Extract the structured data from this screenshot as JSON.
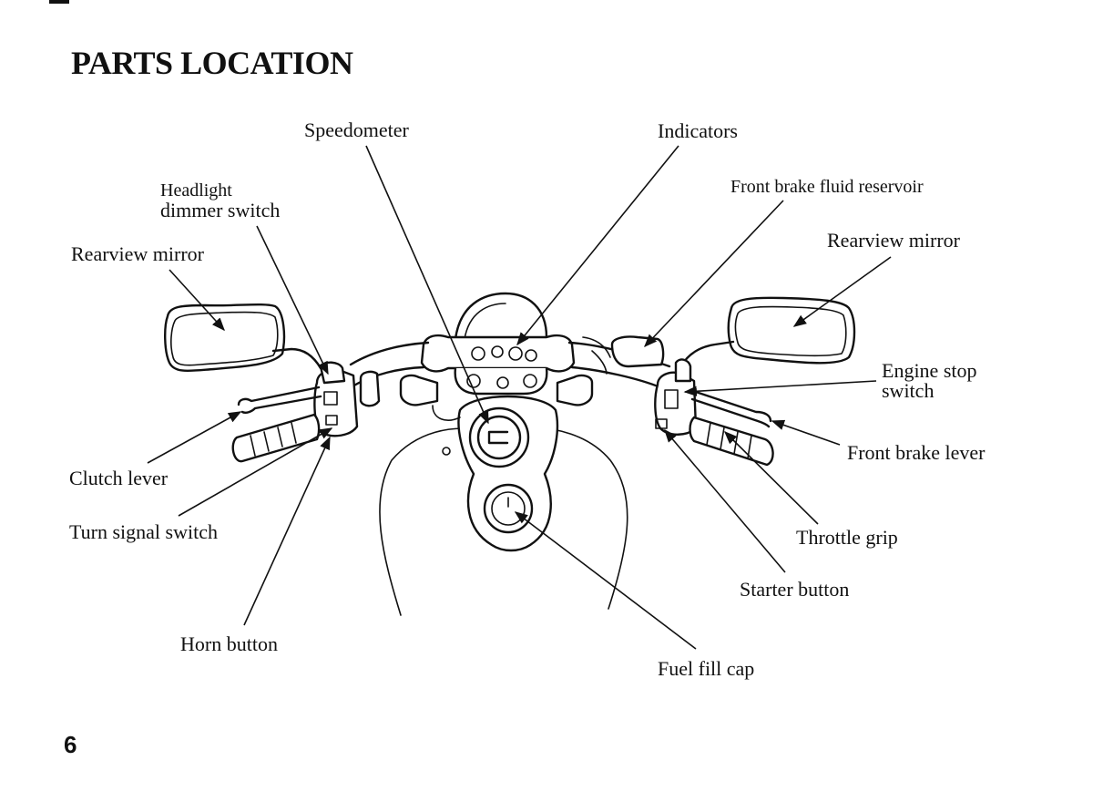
{
  "page": {
    "title": "PARTS LOCATION",
    "page_number": "6"
  },
  "labels": {
    "speedometer": "Speedometer",
    "indicators": "Indicators",
    "headlight_dimmer_line1": "Headlight",
    "headlight_dimmer_line2": "dimmer switch",
    "front_brake_fluid_reservoir": "Front brake fluid reservoir",
    "rearview_mirror_left": "Rearview mirror",
    "rearview_mirror_right": "Rearview mirror",
    "engine_stop_line1": "Engine stop",
    "engine_stop_line2": "switch",
    "front_brake_lever": "Front brake lever",
    "clutch_lever": "Clutch lever",
    "turn_signal_switch": "Turn signal switch",
    "throttle_grip": "Throttle grip",
    "starter_button": "Starter button",
    "horn_button": "Horn button",
    "fuel_fill_cap": "Fuel fill cap"
  }
}
